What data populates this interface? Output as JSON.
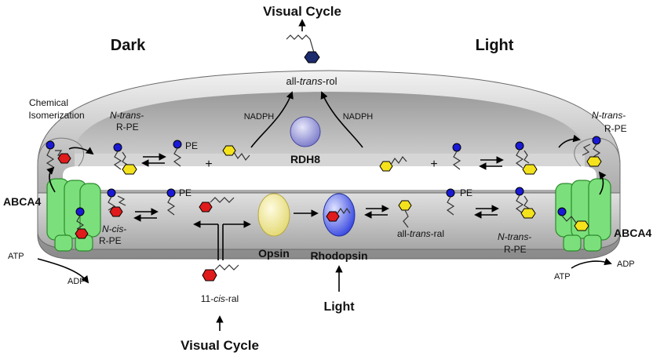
{
  "labels": {
    "visual_cycle_top": "Visual Cycle",
    "visual_cycle_bottom": "Visual Cycle",
    "dark": "Dark",
    "light_side": "Light",
    "all_trans_rol_prefix": "all-",
    "all_trans_rol_italic": "trans",
    "all_trans_rol_suffix": "-rol",
    "nadph_left": "NADPH",
    "nadph_right": "NADPH",
    "rdh8": "RDH8",
    "chemical": "Chemical",
    "isomerization": "Isomerization",
    "ntrans_left_italic": "N-trans",
    "ntrans_left_dash": "-",
    "rpe_left": "R-PE",
    "pe_upper": "PE",
    "plus_upper": "+",
    "plus_lower": "+",
    "ntrans_upper_right_italic": "N-trans",
    "ntrans_upper_right_dash": "-",
    "rpe_upper_right": "R-PE",
    "abca4_left": "ABCA4",
    "abca4_right": "ABCA4",
    "atp_left": "ATP",
    "adp_left": "ADP",
    "atp_right": "ATP",
    "adp_right": "ADP",
    "ncis_italic": "N-cis",
    "ncis_dash": "-",
    "rpe_ncis": "R-PE",
    "pe_lower": "PE",
    "opsin": "Opsin",
    "rhodopsin": "Rhodopsin",
    "light_bottom": "Light",
    "cis_ral_prefix": "11-",
    "cis_ral_italic": "cis",
    "cis_ral_suffix": "-ral",
    "all_trans_ral_prefix": "all-",
    "all_trans_ral_italic": "trans",
    "all_trans_ral_suffix": "-ral",
    "pe_lower_right": "PE",
    "ntrans_lower_right_italic": "N-trans",
    "ntrans_lower_right_dash": "-",
    "rpe_lower_right": "R-PE"
  },
  "colors": {
    "retinal_red": "#e01b1b",
    "retinal_yellow": "#f4e21c",
    "retinol_navy": "#1c2a6e",
    "headgroup_blue": "#1a1ad6",
    "abca4_green": "#7be07b",
    "opsin_yellow": "#f2ec9c",
    "rhodopsin_blue": "#5060e8",
    "rdh8_lavender": "#8888d0",
    "disk_gray": "#b8b8b8"
  }
}
